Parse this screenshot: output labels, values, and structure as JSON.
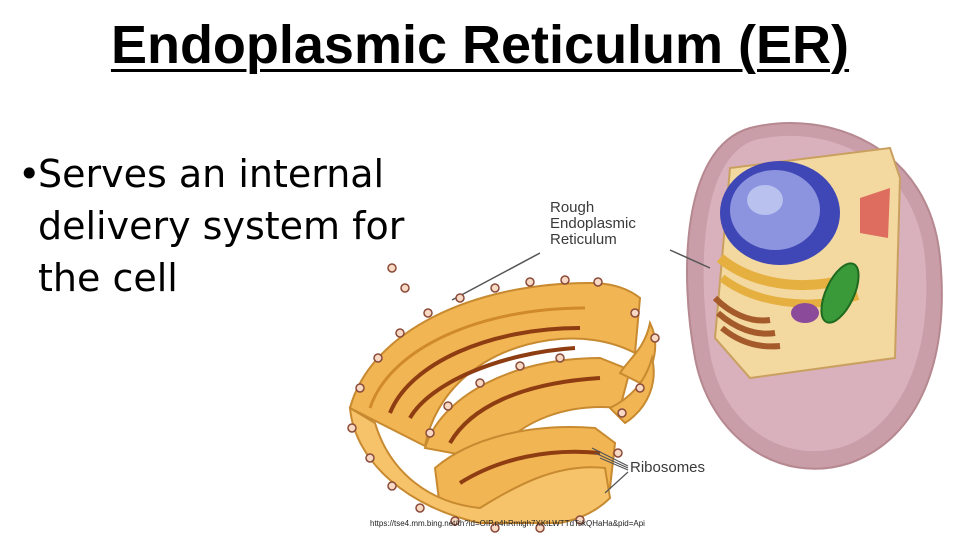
{
  "slide": {
    "title": "Endoplasmic Reticulum (ER)",
    "bullet_symbol": "•",
    "bullet_text": "Serves an internal\ndelivery system for\nthe cell"
  },
  "figure": {
    "rough_er_label": "Rough\nEndoplasmic\nReticulum",
    "ribosomes_label": "Ribosomes",
    "source_url": "https://tse4.mm.bing.net/th?id=OIP.n4hRmlgh7XKtLWTTdTskQHaHa&pid=Api"
  }
}
